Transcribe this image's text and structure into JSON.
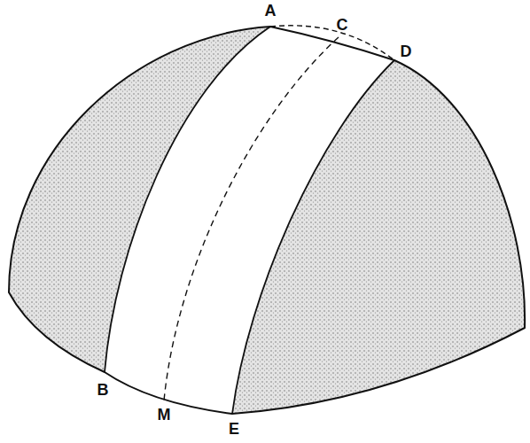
{
  "diagram": {
    "labels": [
      "A",
      "C",
      "D",
      "B",
      "M",
      "E"
    ]
  }
}
